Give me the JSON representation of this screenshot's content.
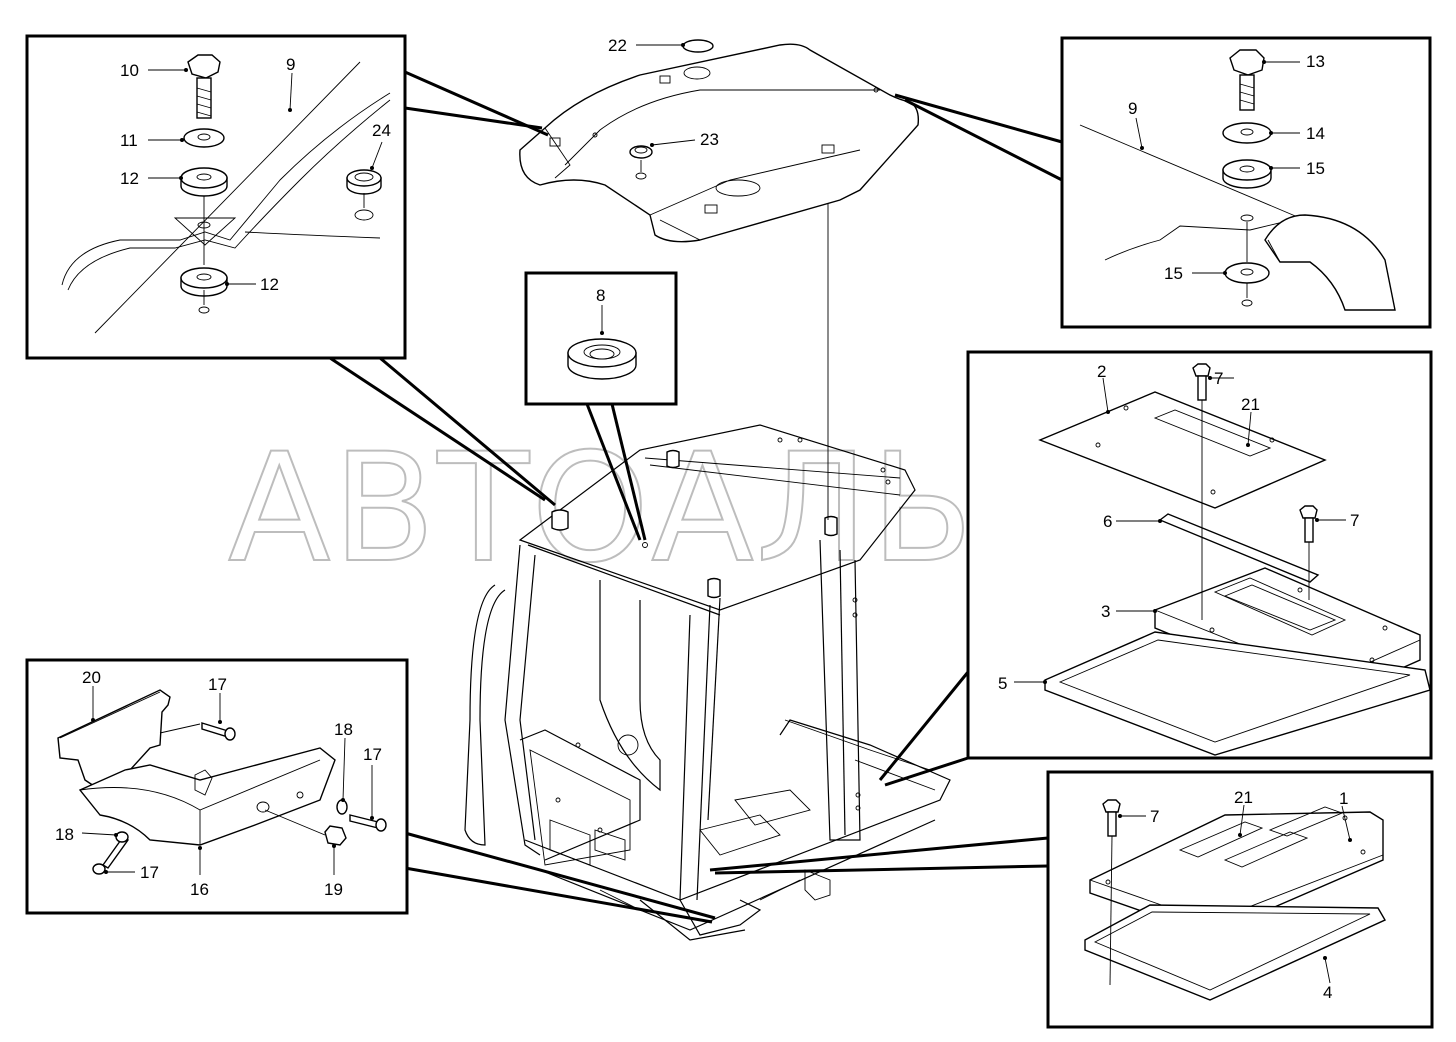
{
  "watermark": "АВТОАЛЬЯНС",
  "callouts": {
    "p1": "1",
    "p2": "2",
    "p3": "3",
    "p4": "4",
    "p5": "5",
    "p6": "6",
    "p7a": "7",
    "p7b": "7",
    "p7c": "7",
    "p8": "8",
    "p9a": "9",
    "p9b": "9",
    "p10": "10",
    "p11": "11",
    "p12a": "12",
    "p12b": "12",
    "p13": "13",
    "p14": "14",
    "p15a": "15",
    "p15b": "15",
    "p16": "16",
    "p17a": "17",
    "p17b": "17",
    "p17c": "17",
    "p18a": "18",
    "p18b": "18",
    "p19": "19",
    "p20": "20",
    "p21a": "21",
    "p21b": "21",
    "p22": "22",
    "p23": "23",
    "p24": "24"
  }
}
